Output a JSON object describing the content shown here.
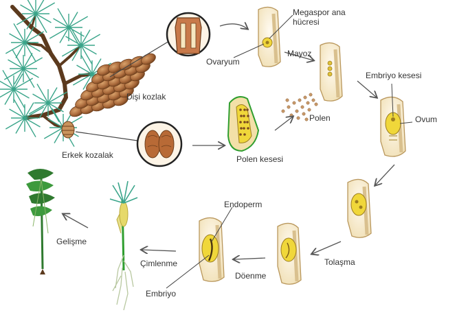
{
  "labels": {
    "megaspore": "Megaspor ana\nhücresi",
    "ovary": "Ovaryum",
    "meiosis": "Mayoz",
    "female_cone": "Dişi kozlak",
    "embryo_sac": "Embriyo kesesi",
    "ovum": "Ovum",
    "pollen": "Polen",
    "male_cone": "Erkek kozalak",
    "pollen_sac": "Polen kesesi",
    "endosperm": "Endoperm",
    "growth": "Gelişme",
    "germination": "Çimlenme",
    "pollination": "Tolaşma",
    "fertilization": "Döenme",
    "embryo": "Embriyo"
  },
  "colors": {
    "needle": "#3aa58a",
    "branch": "#5c3a1e",
    "cone": "#b07240",
    "cone_dark": "#6e3f1c",
    "ovule": "#f6e7c1",
    "ovule_edge": "#b9975c",
    "sac": "#f0d73a",
    "sprout": "#2f9e2f",
    "arrow": "#555555",
    "label": "#333333"
  }
}
